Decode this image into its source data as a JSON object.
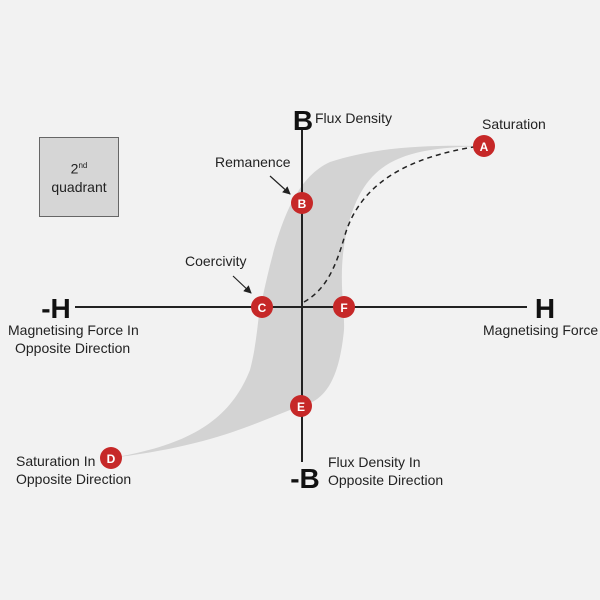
{
  "axes": {
    "y_pos_symbol": "B",
    "y_pos_label": "Flux Density",
    "y_neg_symbol": "-B",
    "y_neg_label_1": "Flux Density In",
    "y_neg_label_2": "Opposite Direction",
    "x_pos_symbol": "H",
    "x_pos_label": "Magnetising Force",
    "x_neg_symbol": "-H",
    "x_neg_label_1": "Magnetising Force In",
    "x_neg_label_2": "Opposite Direction"
  },
  "quadrant_box": {
    "number": "2",
    "suffix": "nd",
    "word": "quadrant"
  },
  "annotations": {
    "saturation": "Saturation",
    "remanence": "Remanence",
    "coercivity": "Coercivity",
    "saturation_opposite_1": "Saturation In",
    "saturation_opposite_2": "Opposite Direction"
  },
  "points": {
    "A": "A",
    "B": "B",
    "C": "C",
    "D": "D",
    "E": "E",
    "F": "F"
  },
  "colors": {
    "background": "#f2f2f2",
    "loop_fill": "#d3d3d3",
    "axis": "#222222",
    "point": "#c62828",
    "point_text": "#ffffff"
  }
}
